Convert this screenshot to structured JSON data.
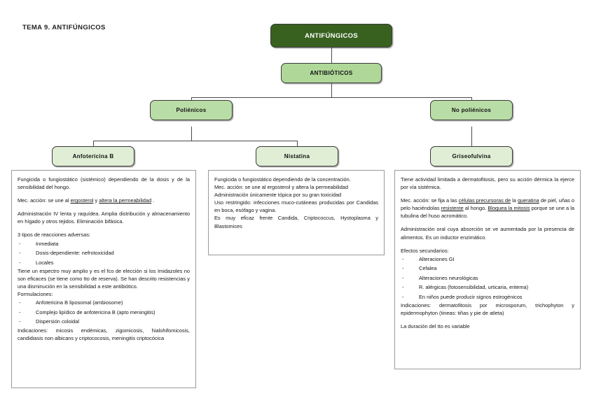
{
  "document": {
    "header": "TEMA 9. ANTIFÚNGICOS"
  },
  "flowchart": {
    "nodes": {
      "root": "ANTIFÚNGICOS",
      "antibioticos": "ANTIBIÓTICOS",
      "polienicos": "Poliénicos",
      "no_polienicos": "No poliénicos",
      "anfotericina": "Anfotericina B",
      "nistatina": "Nistatina",
      "griseofulvina": "Griseofulvina"
    },
    "colors": {
      "root_fill": "#38611f",
      "root_text": "#ffffff",
      "level1_fill": "#aed798",
      "level2_fill": "#b9dda6",
      "level3_fill": "#dfeed4",
      "border": "#3a3a3a",
      "connector": "#4a4a4a"
    }
  },
  "panels": {
    "anfotericina": {
      "p1": "Fungicida o fungiostático (sistémico) dependiendo de la dosis y de la sensibilidad del hongo.",
      "p2_prefix": "Mec. acción: se une al ",
      "p2_u1": "ergosterol",
      "p2_mid": " y ",
      "p2_u2": "altera la permeabilidad",
      "p2_suffix": " .",
      "p3": "Administración IV lenta y raquídea. Amplia distribución y almacenamiento en hígado y otros tejidos. Eliminación bifásica.",
      "p4": "3 tipos de reacciones adversas:",
      "list1": [
        "Inmediata",
        "Dosis-dependiente: nefrotoxicidad",
        "Locales"
      ],
      "p5": "Tiene un espectro muy amplio y es el fco de elección si los Imidazoles no son eficaces (se tiene como tto de reserva). Se han descrito resistencias y una disminución en la sensibilidad a este antibiótico.",
      "p6": "Formulaciones:",
      "list2": [
        "Anfotericina B liposomal (ambiosome)",
        "Complejo lipídico de anfotericina B (apto meningitis)",
        "Dispersión coloidal"
      ],
      "p7": "Indicaciones: micosis endémicas, zigomicosis, hialohifomicosis, candidiasis non albicans y criptococosis, meningitis criptocócica"
    },
    "nistatina": {
      "p1": "Fungicida o fungiostático dependiendo de la concentración.",
      "p2": "Mec. acción: se une al ergosterol y altera la permeabilidad",
      "p3": "Administración únicamente tópica por su gran toxicidad",
      "p4": "Uso restringido: infecciones muco-cutáneas producidas por Candidas en boca, esófago y vagina.",
      "p5": "Es muy eficaz frente Candida, Criptococcus, Hystoplasma y Blastomices"
    },
    "griseofulvina": {
      "p1": "Tiene actividad limitada a dermatofitosis, pero su acción dérmica la ejerce por vía sistémica.",
      "p2_a": "Mec. acción: se fija a las ",
      "p2_u1": "células precursoras de",
      "p2_b": " la ",
      "p2_u2": "queratina",
      "p2_c": " de piel, uñas o pelo haciéndolas ",
      "p2_u3": "resistente",
      "p2_d": " al hongo. ",
      "p2_u4": "Bloquea la mitosis",
      "p2_e": " porque se une a la tubulina del huso acromático.",
      "p3": "Administración oral cuya absorción se ve aumentada por la presencia de alimentos. Es un inductor enzimático.",
      "p4": "Efectos secundarios:",
      "list1": [
        "Alteraciones GI",
        "Cefalea",
        "Alteraciones neurológicas",
        "R. alérgicas (fotosensibilidad, urticaria, eritema)",
        "En niños puede producir signos estrogénicos"
      ],
      "p5": "Indicaciones: dermatofitosis por microsporum, trichophyton y epidermophyton (tineas: tiñas y pie de atleta)",
      "p6": "La duración del tto es variable"
    }
  }
}
